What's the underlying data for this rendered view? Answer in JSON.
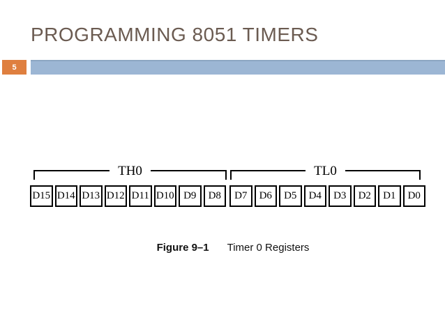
{
  "slide": {
    "title": "PROGRAMMING 8051 TIMERS",
    "page_number": "5"
  },
  "colors": {
    "title_text": "#6B5B51",
    "page_number_box": "#DF7F3F",
    "header_bar": "#9CB6D4",
    "diagram_lines": "#000000"
  },
  "figure": {
    "registers": [
      {
        "name": "TH0",
        "bits": [
          "D15",
          "D14",
          "D13",
          "D12",
          "D11",
          "D10",
          "D9",
          "D8"
        ]
      },
      {
        "name": "TL0",
        "bits": [
          "D7",
          "D6",
          "D5",
          "D4",
          "D3",
          "D2",
          "D1",
          "D0"
        ]
      }
    ],
    "caption": {
      "label": "Figure 9–1",
      "text": "Timer 0 Registers"
    }
  }
}
